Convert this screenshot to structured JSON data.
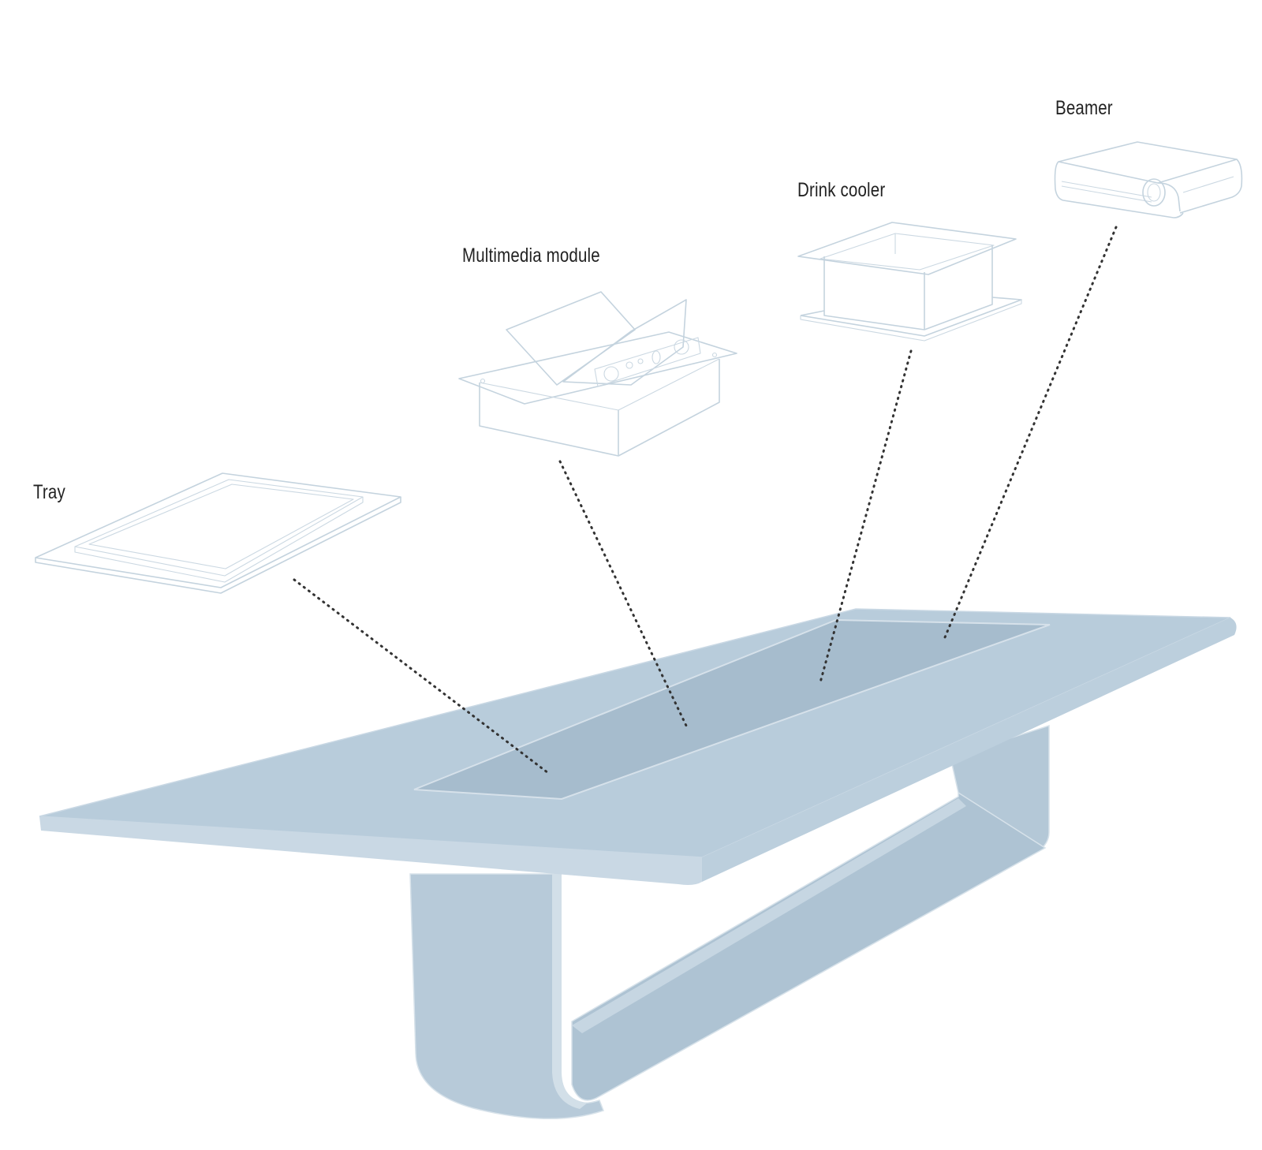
{
  "labels": {
    "tray": "Tray",
    "multimedia_module": "Multimedia module",
    "drink_cooler": "Drink cooler",
    "beamer": "Beamer"
  },
  "colors": {
    "background": "#ffffff",
    "table_top": "#b8ccdb",
    "table_edge": "#c9d8e4",
    "table_leg": "#b4c8d7",
    "recess": "#a6bccd",
    "outline": "#c4d3de",
    "leader_dots": "#333333",
    "label_text": "#222222"
  },
  "components": [
    {
      "name": "tray",
      "icon": "tray-outline-icon"
    },
    {
      "name": "multimedia-module",
      "icon": "multimedia-module-outline-icon"
    },
    {
      "name": "drink-cooler",
      "icon": "drink-cooler-outline-icon"
    },
    {
      "name": "beamer",
      "icon": "projector-outline-icon"
    }
  ]
}
